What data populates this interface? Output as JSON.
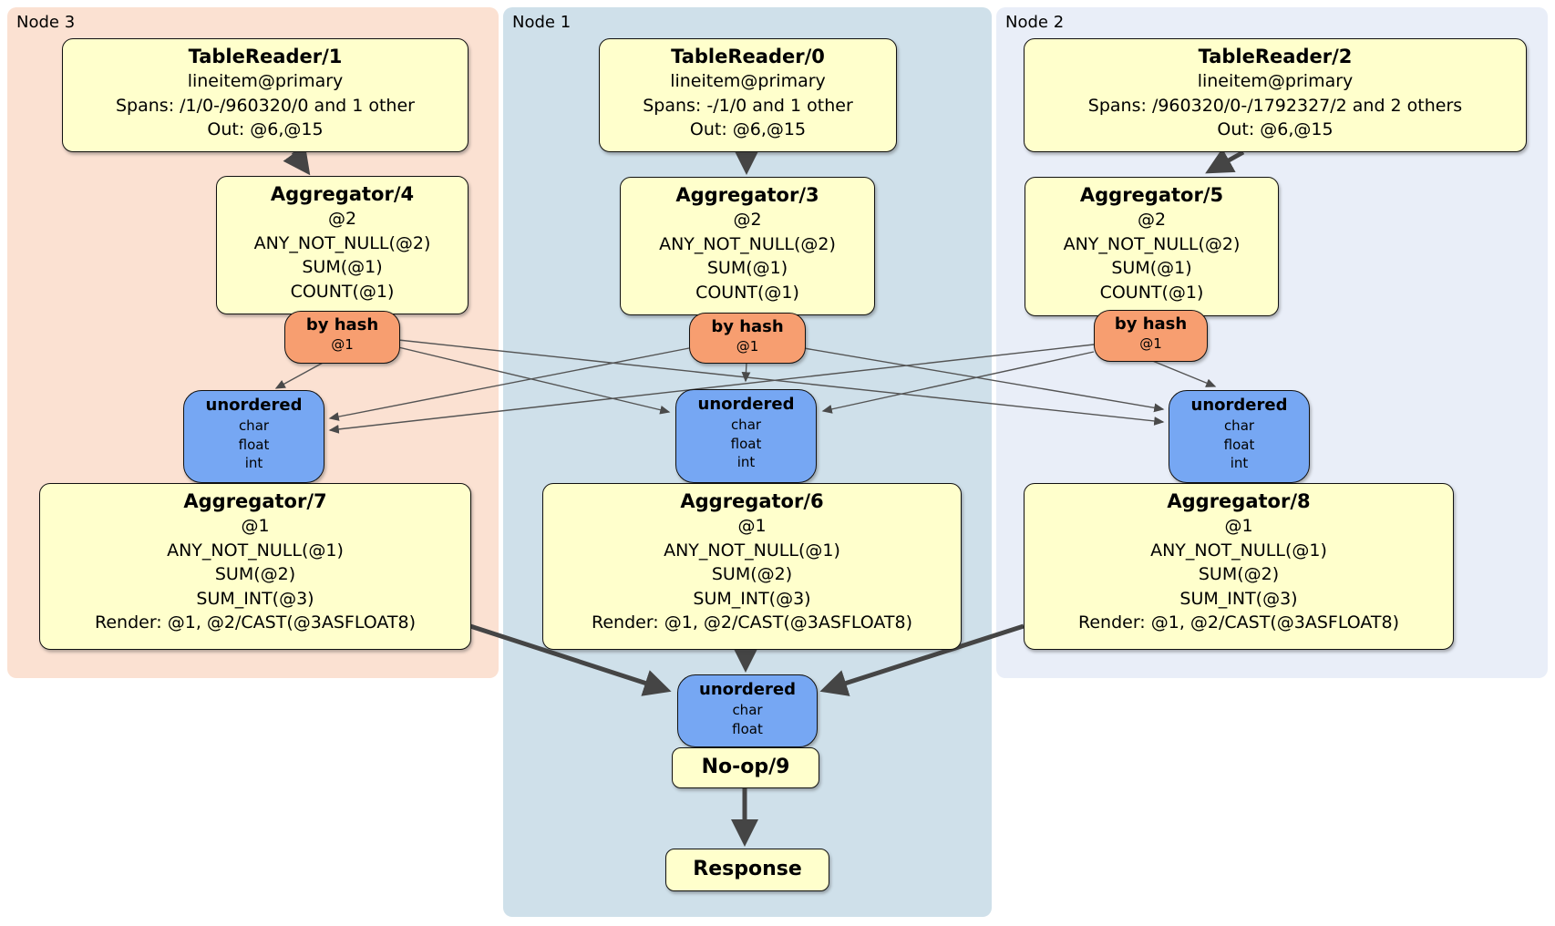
{
  "diagram": {
    "regions": [
      {
        "label": "Node 3"
      },
      {
        "label": "Node 1"
      },
      {
        "label": "Node 2"
      }
    ],
    "colors": {
      "node3_bg": "#fbe1d2",
      "node1_bg": "#cfe0ea",
      "node2_bg": "#e9eef8",
      "processor_bg": "#ffffcc",
      "router_bg": "#f79e70",
      "sync_bg": "#76a7f3"
    },
    "columns": [
      {
        "table_reader": {
          "title": "TableReader/1",
          "index": "lineitem@primary",
          "spans": "Spans: /1/0-/960320/0 and 1 other",
          "out": "Out: @6,@15"
        },
        "aggregator1": {
          "title": "Aggregator/4",
          "lines": [
            "@2",
            "ANY_NOT_NULL(@2)",
            "SUM(@1)",
            "COUNT(@1)"
          ]
        },
        "router": {
          "title": "by hash",
          "detail": "@1"
        },
        "sync": {
          "title": "unordered",
          "lines": [
            "char",
            "float",
            "int"
          ]
        },
        "aggregator2": {
          "title": "Aggregator/7",
          "lines": [
            "@1",
            "ANY_NOT_NULL(@1)",
            "SUM(@2)",
            "SUM_INT(@3)",
            "Render: @1, @2/CAST(@3ASFLOAT8)"
          ]
        }
      },
      {
        "table_reader": {
          "title": "TableReader/0",
          "index": "lineitem@primary",
          "spans": "Spans: -/1/0 and 1 other",
          "out": "Out: @6,@15"
        },
        "aggregator1": {
          "title": "Aggregator/3",
          "lines": [
            "@2",
            "ANY_NOT_NULL(@2)",
            "SUM(@1)",
            "COUNT(@1)"
          ]
        },
        "router": {
          "title": "by hash",
          "detail": "@1"
        },
        "sync": {
          "title": "unordered",
          "lines": [
            "char",
            "float",
            "int"
          ]
        },
        "aggregator2": {
          "title": "Aggregator/6",
          "lines": [
            "@1",
            "ANY_NOT_NULL(@1)",
            "SUM(@2)",
            "SUM_INT(@3)",
            "Render: @1, @2/CAST(@3ASFLOAT8)"
          ]
        }
      },
      {
        "table_reader": {
          "title": "TableReader/2",
          "index": "lineitem@primary",
          "spans": "Spans: /960320/0-/1792327/2 and 2 others",
          "out": "Out: @6,@15"
        },
        "aggregator1": {
          "title": "Aggregator/5",
          "lines": [
            "@2",
            "ANY_NOT_NULL(@2)",
            "SUM(@1)",
            "COUNT(@1)"
          ]
        },
        "router": {
          "title": "by hash",
          "detail": "@1"
        },
        "sync": {
          "title": "unordered",
          "lines": [
            "char",
            "float",
            "int"
          ]
        },
        "aggregator2": {
          "title": "Aggregator/8",
          "lines": [
            "@1",
            "ANY_NOT_NULL(@1)",
            "SUM(@2)",
            "SUM_INT(@3)",
            "Render: @1, @2/CAST(@3ASFLOAT8)"
          ]
        }
      }
    ],
    "final": {
      "sync": {
        "title": "unordered",
        "lines": [
          "char",
          "float"
        ]
      },
      "noop": {
        "title": "No-op/9"
      },
      "response": {
        "title": "Response"
      }
    }
  }
}
